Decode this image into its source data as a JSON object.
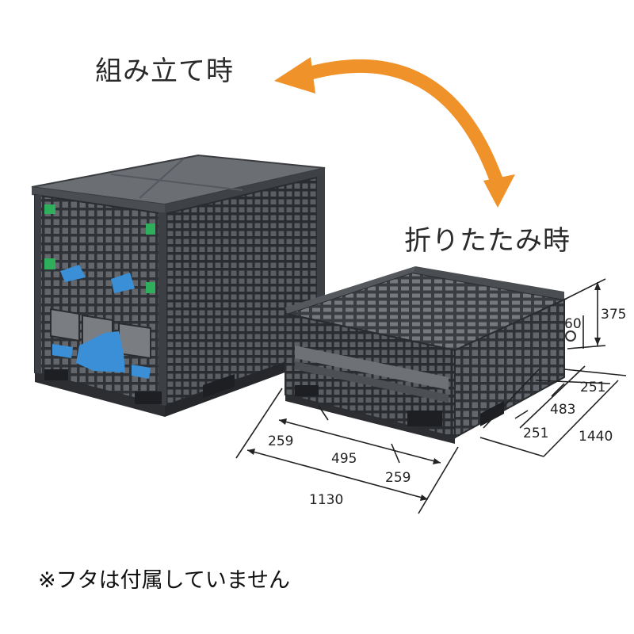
{
  "labels": {
    "assembled": "組み立て時",
    "folded": "折りたたみ時",
    "note": "※フタは付属していません"
  },
  "dimensions": {
    "width_total": "1130",
    "width_left": "259",
    "width_mid": "495",
    "width_right": "259",
    "depth_total": "1440",
    "depth_front": "251",
    "depth_mid": "483",
    "depth_back": "251",
    "height_folded": "375",
    "height_sub": "60"
  },
  "colors": {
    "arrow": "#f0922a",
    "container": "#4a4d52",
    "container_dark": "#2c2e31",
    "accent_blue": "#3a8fd6",
    "accent_green": "#2fae5c"
  },
  "icons": {
    "arrow": "curved-double-arrow-icon"
  }
}
